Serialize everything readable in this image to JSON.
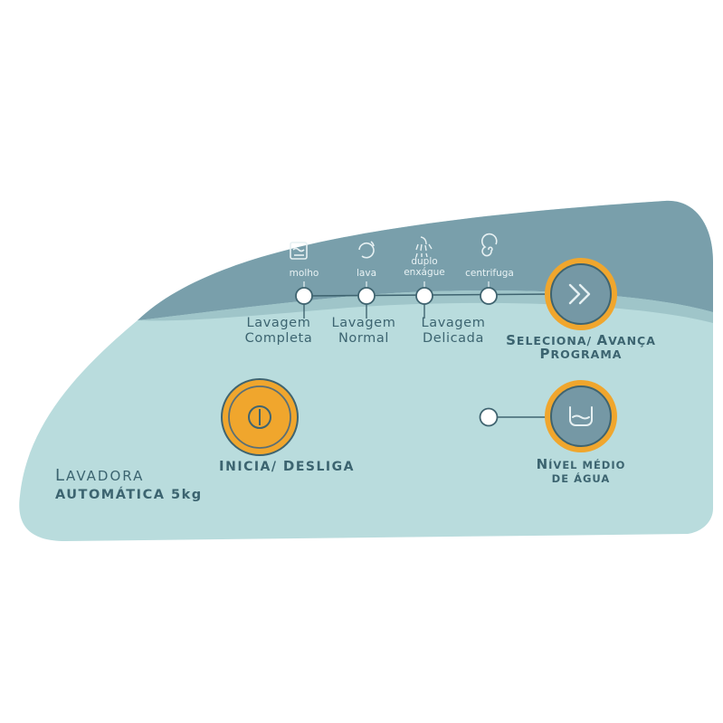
{
  "colors": {
    "panel_light": "#b9dcdd",
    "panel_dark": "#799fab",
    "text": "#3c6470",
    "button_orange": "#f0a62d",
    "button_blue": "#7598a5",
    "led_off": "#ffffff"
  },
  "stages": [
    {
      "label": "molho",
      "icon": "soak-icon"
    },
    {
      "label": "lava",
      "icon": "wash-cycle-icon"
    },
    {
      "label": "duplo\nenxágue",
      "icon": "rinse-shower-icon"
    },
    {
      "label": "centrifuga",
      "icon": "spin-spiral-icon"
    }
  ],
  "programs": [
    {
      "line1": "Lavagem",
      "line2": "Completa"
    },
    {
      "line1": "Lavagem",
      "line2": "Normal"
    },
    {
      "line1": "Lavagem",
      "line2": "Delicada"
    }
  ],
  "buttons": {
    "power": {
      "first": "I",
      "rest1": "NICIA/ ",
      "second": "D",
      "rest2": "ESLIGA",
      "icon": "power-icon"
    },
    "program": {
      "s1": "S",
      "r1": "ELECIONA/ ",
      "s2": "A",
      "r2": "VANÇA",
      "s3": "P",
      "r3": "ROGRAMA",
      "icon": "double-chevron-right-icon"
    },
    "water": {
      "s1": "N",
      "r1": "ÍVEL MÉDIO",
      "line2": "DE ÁGUA",
      "icon": "water-level-icon"
    }
  },
  "brand": {
    "l1_first": "L",
    "l1_rest": "AVADORA",
    "line2": "AUTOMÁTICA 5kg"
  }
}
